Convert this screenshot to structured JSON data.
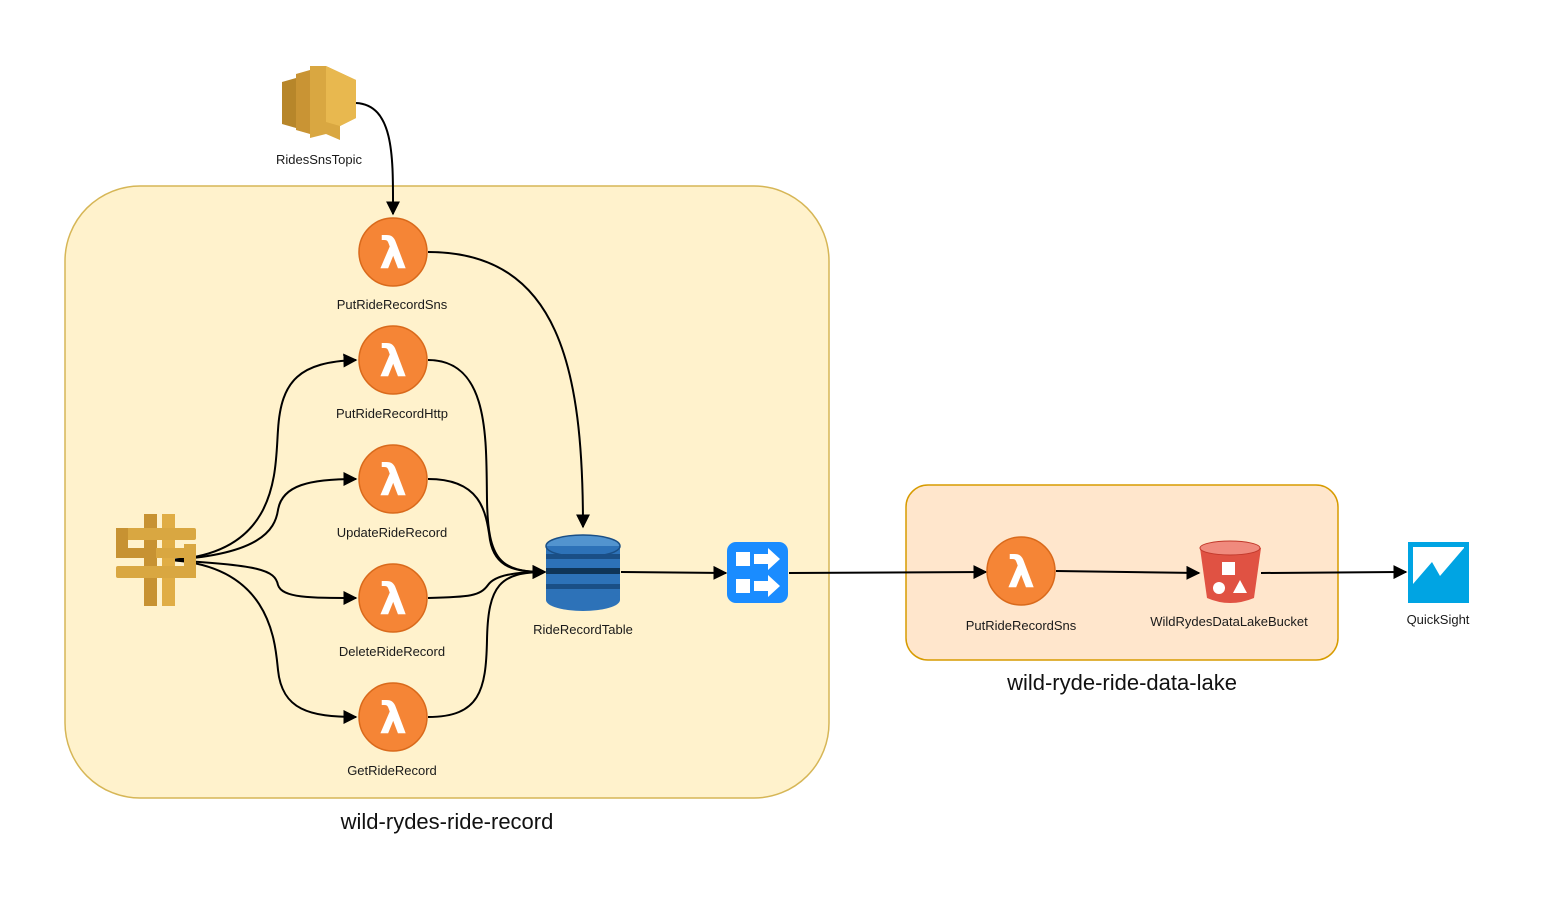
{
  "groups": {
    "ride_record": {
      "label": "wild-rydes-ride-record"
    },
    "data_lake": {
      "label": "wild-ryde-ride-data-lake"
    }
  },
  "nodes": {
    "sns_topic": {
      "label": "RidesSnsTopic",
      "icon": "sns-topic-icon"
    },
    "api_gateway": {
      "label": "",
      "icon": "api-gateway-icon"
    },
    "put_ride_record_sns": {
      "label": "PutRideRecordSns",
      "icon": "lambda-icon"
    },
    "put_ride_record_http": {
      "label": "PutRideRecordHttp",
      "icon": "lambda-icon"
    },
    "update_ride_record": {
      "label": "UpdateRideRecord",
      "icon": "lambda-icon"
    },
    "delete_ride_record": {
      "label": "DeleteRideRecord",
      "icon": "lambda-icon"
    },
    "get_ride_record": {
      "label": "GetRideRecord",
      "icon": "lambda-icon"
    },
    "ride_record_table": {
      "label": "RideRecordTable",
      "icon": "dynamodb-icon"
    },
    "event_bridge": {
      "label": "",
      "icon": "event-bridge-icon"
    },
    "lake_put_ride_record_sns": {
      "label": "PutRideRecordSns",
      "icon": "lambda-icon"
    },
    "data_lake_bucket": {
      "label": "WildRydesDataLakeBucket",
      "icon": "s3-bucket-icon"
    },
    "quicksight": {
      "label": "QuickSight",
      "icon": "quicksight-icon"
    }
  },
  "colors": {
    "ride_record_fill": "#fff2cc",
    "ride_record_stroke": "#d6b656",
    "data_lake_fill": "#ffe6cc",
    "data_lake_stroke": "#d79b00",
    "lambda_orange": "#f58536",
    "sns_gold": "#d9a741",
    "dynamodb_blue": "#2d72b8",
    "event_blue": "#1a8cff",
    "s3_red": "#e05243",
    "quicksight_blue": "#00a4e3"
  }
}
